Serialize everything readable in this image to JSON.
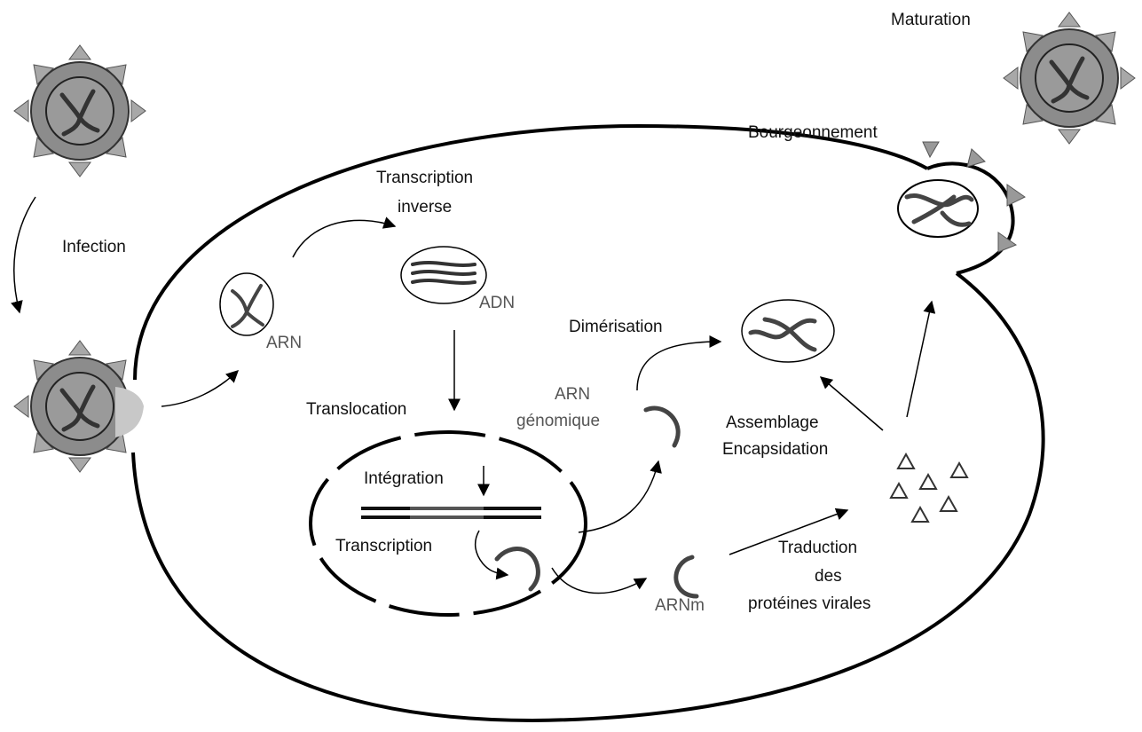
{
  "labels": {
    "infection": "Infection",
    "maturation": "Maturation",
    "bourgeonnement": "Bourgeonnement",
    "transcription_inverse_1": "Transcription",
    "transcription_inverse_2": "inverse",
    "adn": "ADN",
    "arn": "ARN",
    "dimerisation": "Dimérisation",
    "translocation": "Translocation",
    "arn_genomique_1": "ARN",
    "arn_genomique_2": "génomique",
    "assemblage": "Assemblage",
    "encapsidation": "Encapsidation",
    "integration": "Intégration",
    "transcription": "Transcription",
    "arnm": "ARNm",
    "traduction_1": "Traduction",
    "traduction_2": "des",
    "traduction_3": "protéines virales"
  },
  "colors": {
    "virion_fill": "#8c8c8c",
    "spike_fill": "#a8a8a8",
    "line": "#000000",
    "strand": "#444444"
  }
}
